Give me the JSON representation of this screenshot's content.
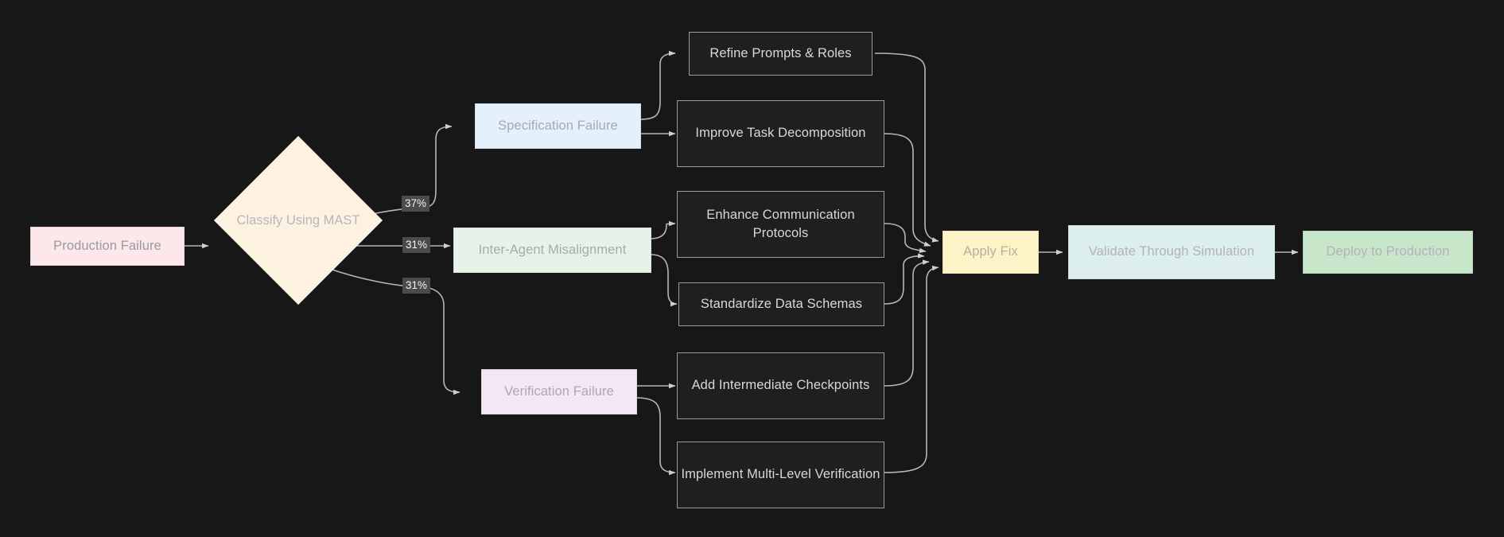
{
  "diagram": {
    "type": "flowchart",
    "direction": "left-to-right",
    "background_color": "#171717",
    "edge_color": "#b6b6b6",
    "title": ""
  },
  "nodes": {
    "start": {
      "label": "Production Failure",
      "shape": "rect",
      "color": "#fce7ea"
    },
    "decision": {
      "label": "Classify Using MAST",
      "shape": "diamond",
      "color": "#fdf1e2"
    },
    "category_spec": {
      "label": "Specification Failure",
      "shape": "rect",
      "color": "#e4f0fb"
    },
    "category_inter": {
      "label": "Inter-Agent Misalignment",
      "shape": "rect",
      "color": "#e7f2e8"
    },
    "category_verif": {
      "label": "Verification Failure",
      "shape": "rect",
      "color": "#f4e6f5"
    },
    "action_refine": {
      "label": "Refine Prompts & Roles",
      "shape": "rect",
      "color": "#1f1f1f"
    },
    "action_decompose": {
      "label": "Improve Task Decomposition",
      "shape": "rect",
      "color": "#1f1f1f"
    },
    "action_comms": {
      "label": "Enhance Communication Protocols",
      "shape": "rect",
      "color": "#1f1f1f"
    },
    "action_schemas": {
      "label": "Standardize Data Schemas",
      "shape": "rect",
      "color": "#1f1f1f"
    },
    "action_checkpoints": {
      "label": "Add Intermediate Checkpoints",
      "shape": "rect",
      "color": "#1f1f1f"
    },
    "action_multilevel": {
      "label": "Implement Multi-Level Verification",
      "shape": "rect",
      "color": "#1f1f1f"
    },
    "apply_fix": {
      "label": "Apply Fix",
      "shape": "rect",
      "color": "#fcf3c6"
    },
    "validate": {
      "label": "Validate Through Simulation",
      "shape": "rect",
      "color": "#ddeeef"
    },
    "deploy": {
      "label": "Deploy to Production",
      "shape": "rect",
      "color": "#c7e6ca"
    }
  },
  "edge_labels": {
    "to_spec": "37%",
    "to_inter": "31%",
    "to_verif": "31%"
  }
}
